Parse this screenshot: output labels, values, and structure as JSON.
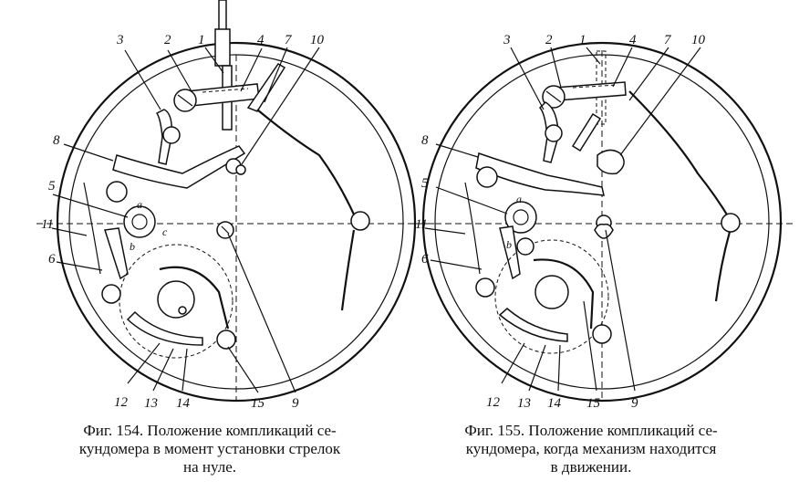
{
  "figures": [
    {
      "id": "fig154",
      "caption_lines": [
        "Фиг. 154. Положение компликаций се-",
        "кундомера в момент установки стрелок",
        "на нуле."
      ],
      "labels": [
        "1",
        "2",
        "3",
        "4",
        "5",
        "6",
        "7",
        "8",
        "9",
        "10",
        "11",
        "12",
        "13",
        "14",
        "15",
        "a",
        "b",
        "c"
      ]
    },
    {
      "id": "fig155",
      "caption_lines": [
        "Фиг. 155. Положение компликаций се-",
        "кундомера, когда механизм находится",
        "в движении."
      ],
      "labels": [
        "1",
        "2",
        "3",
        "4",
        "5",
        "6",
        "7",
        "8",
        "9",
        "10",
        "11",
        "12",
        "13",
        "14",
        "15",
        "a",
        "b"
      ]
    }
  ]
}
